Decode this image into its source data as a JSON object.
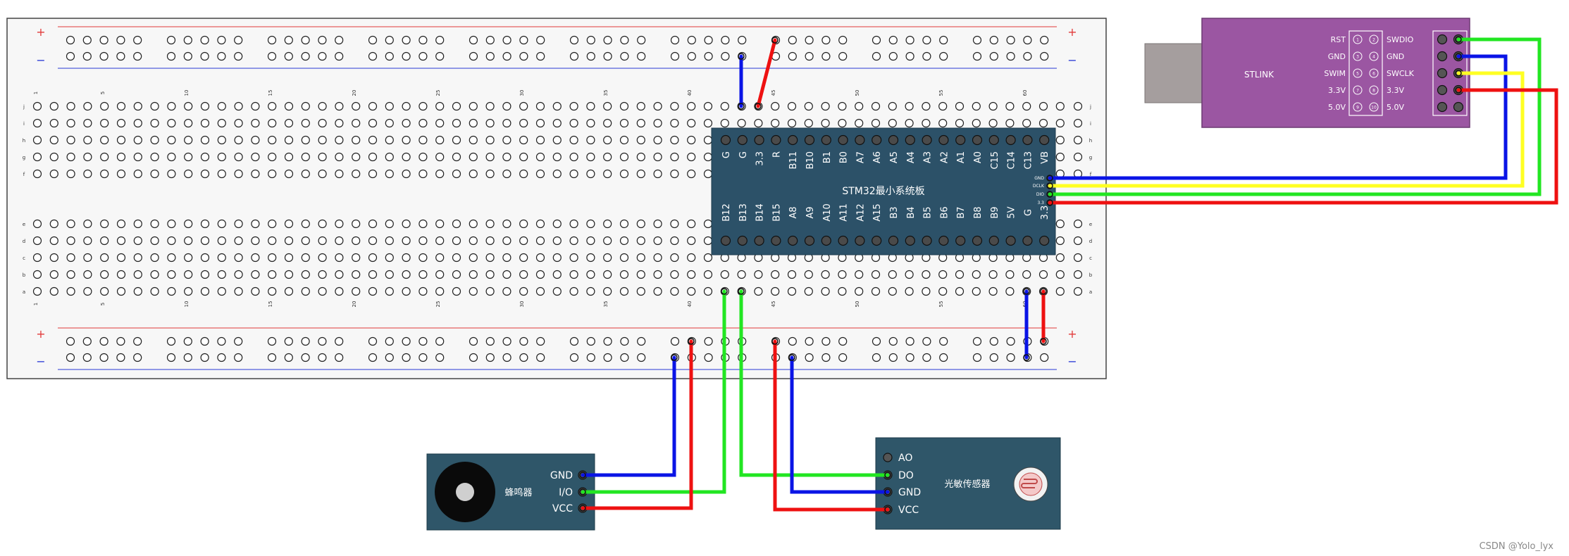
{
  "breadboard": {
    "column_numbers": [
      "1",
      "5",
      "10",
      "15",
      "20",
      "25",
      "30",
      "35",
      "40",
      "45",
      "50",
      "55",
      "60"
    ],
    "row_letters_top": [
      "j",
      "i",
      "h",
      "g",
      "f"
    ],
    "row_letters_bottom": [
      "e",
      "d",
      "c",
      "b",
      "a"
    ],
    "rail_plus": "+",
    "rail_minus": "−"
  },
  "stm32": {
    "title": "STM32最小系统板",
    "top_pins": [
      "G",
      "G",
      "3.3",
      "R",
      "B11",
      "B10",
      "B1",
      "B0",
      "A7",
      "A6",
      "A5",
      "A4",
      "A3",
      "A2",
      "A1",
      "A0",
      "C15",
      "C14",
      "C13",
      "VB"
    ],
    "bottom_pins": [
      "B12",
      "B13",
      "B14",
      "B15",
      "A8",
      "A9",
      "A10",
      "A11",
      "A12",
      "A15",
      "B3",
      "B4",
      "B5",
      "B6",
      "B7",
      "B8",
      "B9",
      "5V",
      "G",
      "3.3"
    ],
    "swd_pins": [
      "GND",
      "DCLK",
      "DIO",
      "3.3"
    ]
  },
  "stlink": {
    "name": "STLINK",
    "left_labels": [
      "RST",
      "GND",
      "SWIM",
      "3.3V",
      "5.0V"
    ],
    "right_labels": [
      "SWDIO",
      "GND",
      "SWCLK",
      "3.3V",
      "5.0V"
    ],
    "pin_numbers": [
      "1",
      "2",
      "3",
      "4",
      "5",
      "6",
      "7",
      "8",
      "9",
      "10"
    ]
  },
  "buzzer": {
    "name": "蜂鸣器",
    "pins": [
      "GND",
      "I/O",
      "VCC"
    ]
  },
  "light_sensor": {
    "name": "光敏传感器",
    "pins": [
      "AO",
      "DO",
      "GND",
      "VCC"
    ]
  },
  "wire_colors": {
    "gnd": "#0a14e6",
    "vcc": "#ee1111",
    "data": "#22e622",
    "clock": "#ffff22"
  },
  "watermark": "CSDN @Yolo_lyx"
}
